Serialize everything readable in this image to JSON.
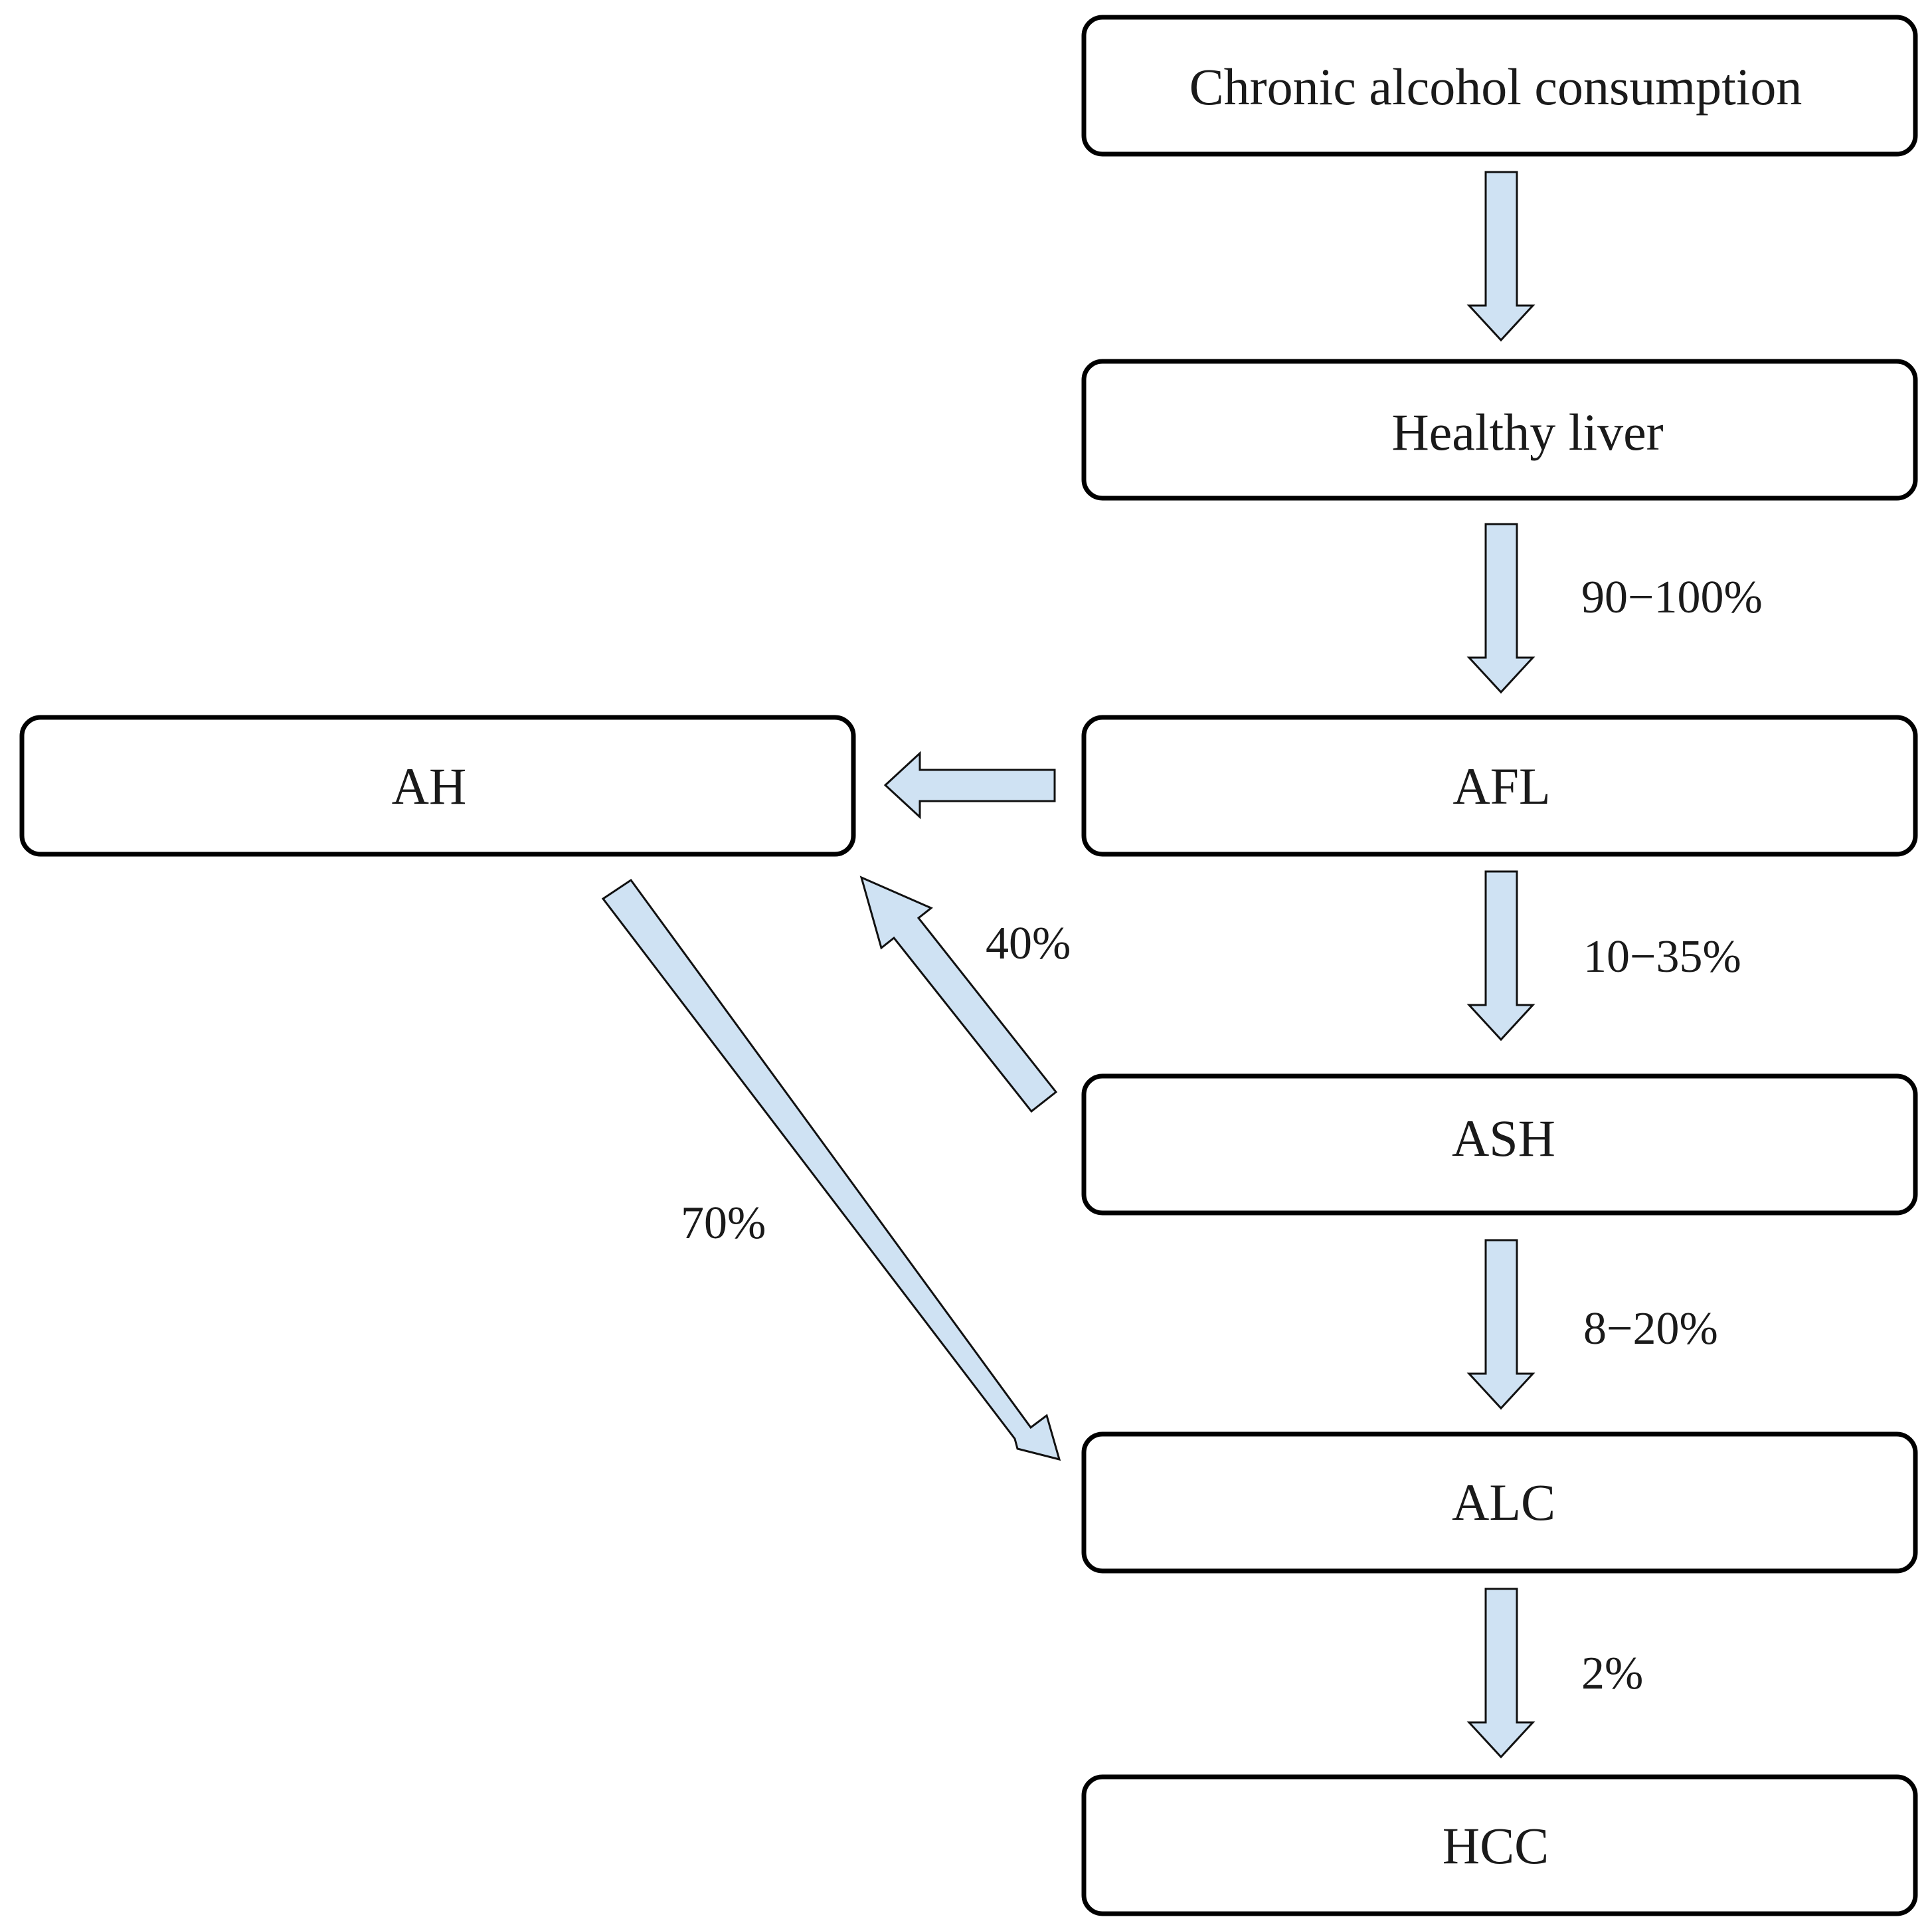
{
  "colors": {
    "arrow_fill": "#cfe2f3",
    "arrow_stroke": "#111111",
    "box_stroke": "#000000",
    "text": "#1a1a1a"
  },
  "nodes": {
    "chronic": "Chronic alcohol consumption",
    "healthy": "Healthy liver",
    "afl": "AFL",
    "ah": "AH",
    "ash": "ASH",
    "alc": "ALC",
    "hcc": "HCC"
  },
  "edges": {
    "chronic_to_healthy": "",
    "healthy_to_afl": "90−100%",
    "afl_to_ah": "",
    "afl_to_ash": "10−35%",
    "ash_to_ah": "40%",
    "ah_to_alc": "70%",
    "ash_to_alc": "8−20%",
    "alc_to_hcc": "2%"
  }
}
